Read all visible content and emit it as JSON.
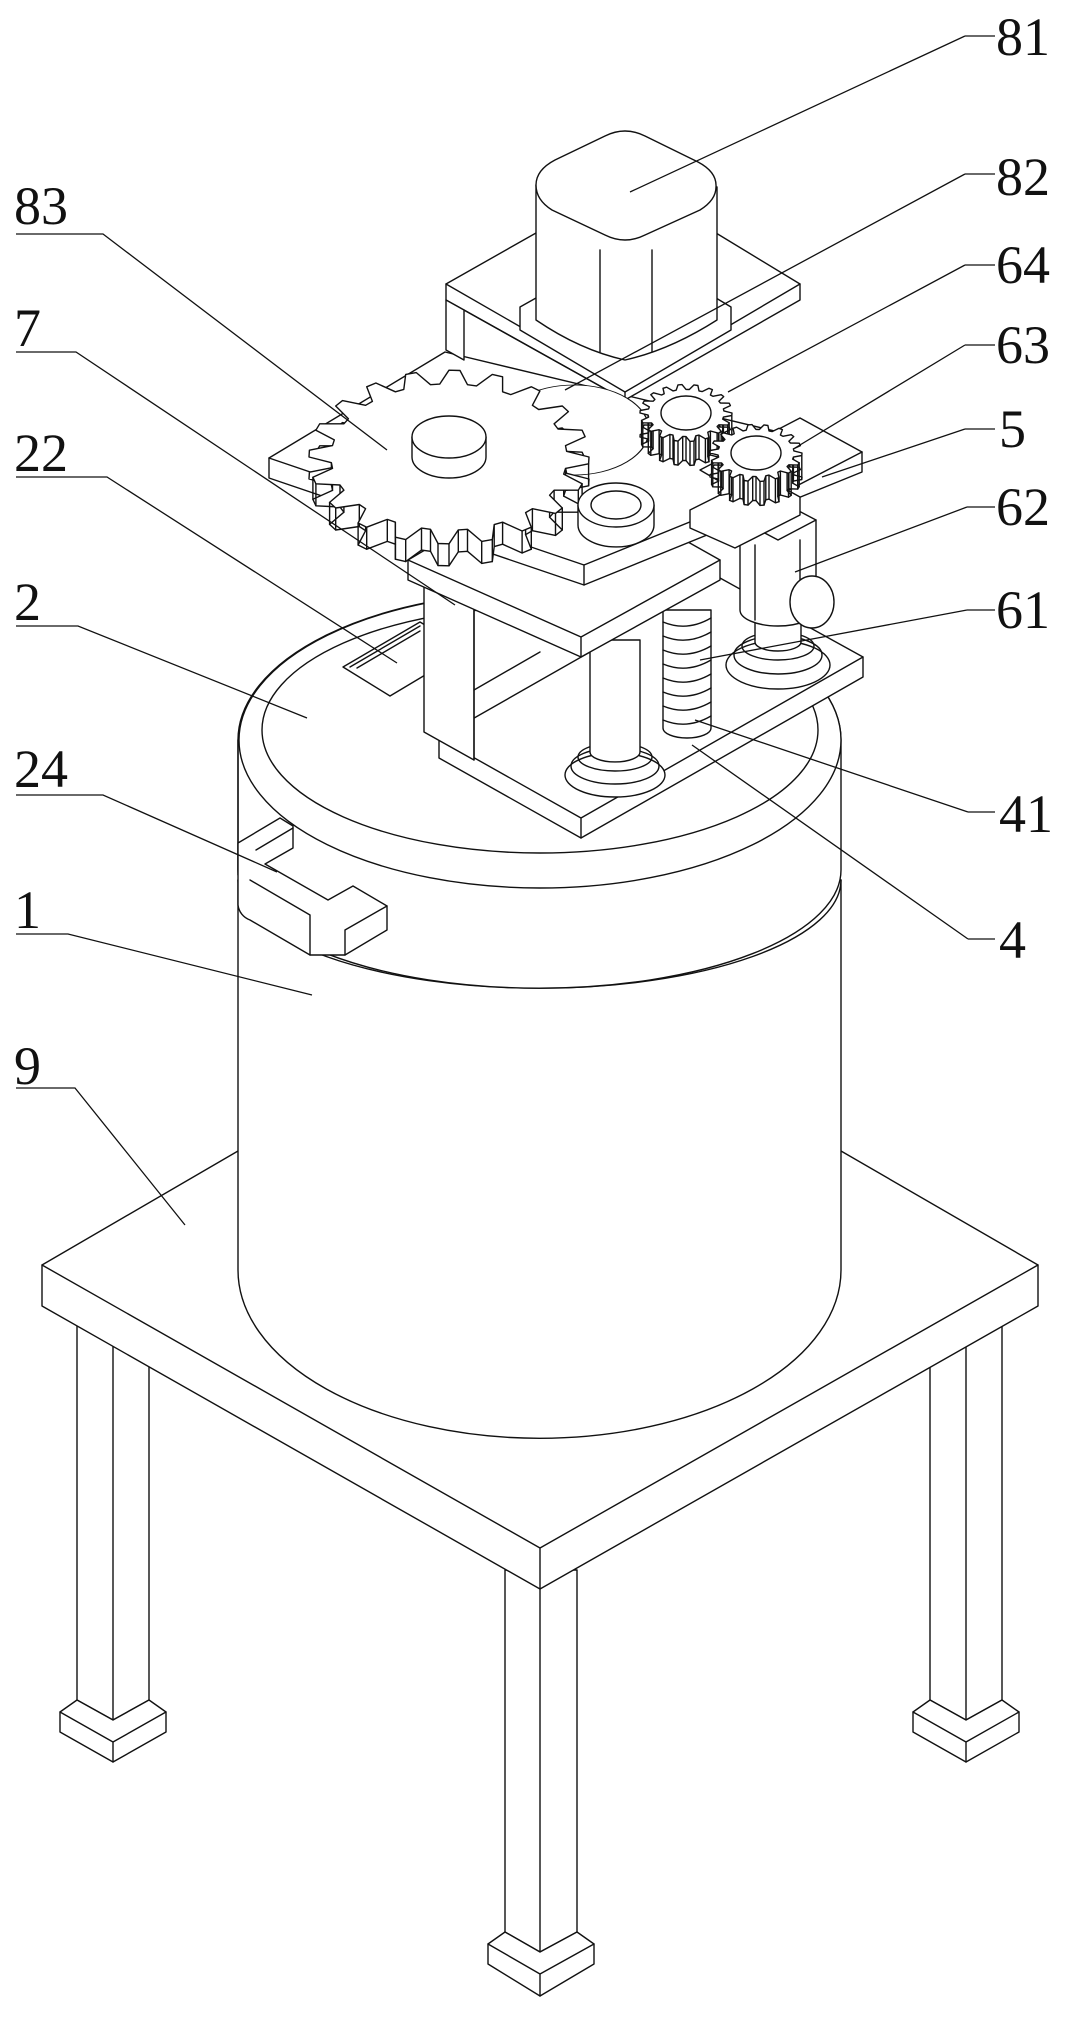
{
  "figure": {
    "type": "patent isometric line drawing",
    "line_color": "#111111",
    "background": "#ffffff"
  },
  "labels": [
    {
      "id": "81",
      "text": "81",
      "part": "drive-motor"
    },
    {
      "id": "82",
      "text": "82",
      "part": "driving-gear"
    },
    {
      "id": "64",
      "text": "64",
      "part": "upper-small-gear"
    },
    {
      "id": "63",
      "text": "63",
      "part": "lower-small-gear"
    },
    {
      "id": "5",
      "text": "5",
      "part": "top-plate"
    },
    {
      "id": "62",
      "text": "62",
      "part": "secondary-motor"
    },
    {
      "id": "61",
      "text": "61",
      "part": "threaded-rod"
    },
    {
      "id": "41",
      "text": "41",
      "part": "spring"
    },
    {
      "id": "4",
      "text": "4",
      "part": "base-plate"
    },
    {
      "id": "83",
      "text": "83",
      "part": "large-gear"
    },
    {
      "id": "7",
      "text": "7",
      "part": "support-frame"
    },
    {
      "id": "22",
      "text": "22",
      "part": "feed-opening"
    },
    {
      "id": "2",
      "text": "2",
      "part": "lid"
    },
    {
      "id": "24",
      "text": "24",
      "part": "handle"
    },
    {
      "id": "1",
      "text": "1",
      "part": "tank"
    },
    {
      "id": "9",
      "text": "9",
      "part": "table"
    }
  ]
}
